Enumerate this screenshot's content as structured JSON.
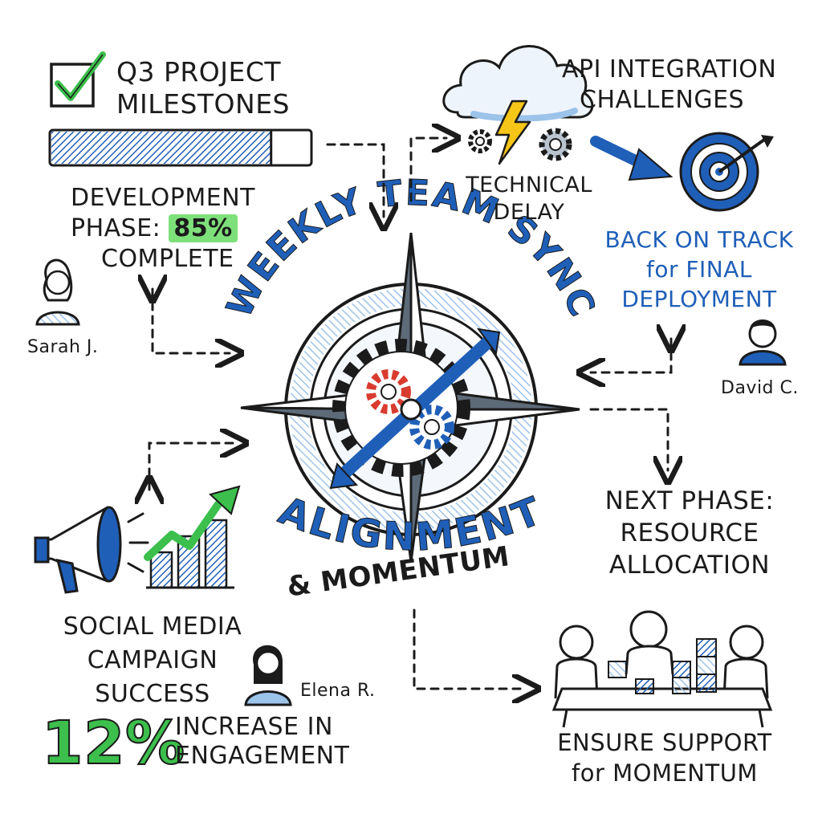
{
  "milestones": {
    "title_line1": "Q3 PROJECT",
    "title_line2": "MILESTONES",
    "progress": 0.85,
    "check_icon": "checkbox-checked-icon"
  },
  "development": {
    "line1": "DEVELOPMENT",
    "line2_prefix": "PHASE:",
    "percent": "85%",
    "line3": "COMPLETE"
  },
  "people": {
    "sarah": "Sarah J.",
    "david": "David C.",
    "elena": "Elena R."
  },
  "api": {
    "title_line1": "API INTEGRATION",
    "title_line2": "CHALLENGES",
    "delay_line1": "TECHNICAL",
    "delay_line2": "DELAY",
    "track_line1": "BACK ON TRACK",
    "track_line2": "for FINAL",
    "track_line3": "DEPLOYMENT"
  },
  "center": {
    "arc_top": "WEEKLY TEAM SYNC",
    "arc_bottom": "ALIGNMENT",
    "subtitle": "& MOMENTUM"
  },
  "next_phase": {
    "line1": "NEXT PHASE:",
    "line2": "RESOURCE",
    "line3": "ALLOCATION"
  },
  "social": {
    "line1": "SOCIAL MEDIA",
    "line2": "CAMPAIGN",
    "line3": "SUCCESS",
    "percent": "12%",
    "inc_line1": "INCREASE IN",
    "inc_line2": "ENGAGEMENT"
  },
  "support": {
    "line1": "ENSURE SUPPORT",
    "line2": "for MOMENTUM"
  },
  "colors": {
    "blue": "#1f5fb8",
    "light_blue": "#9cc3ea",
    "green": "#3cbf4c",
    "red": "#d93b2f",
    "yellow": "#f5c518",
    "ink": "#1b1b1b"
  }
}
